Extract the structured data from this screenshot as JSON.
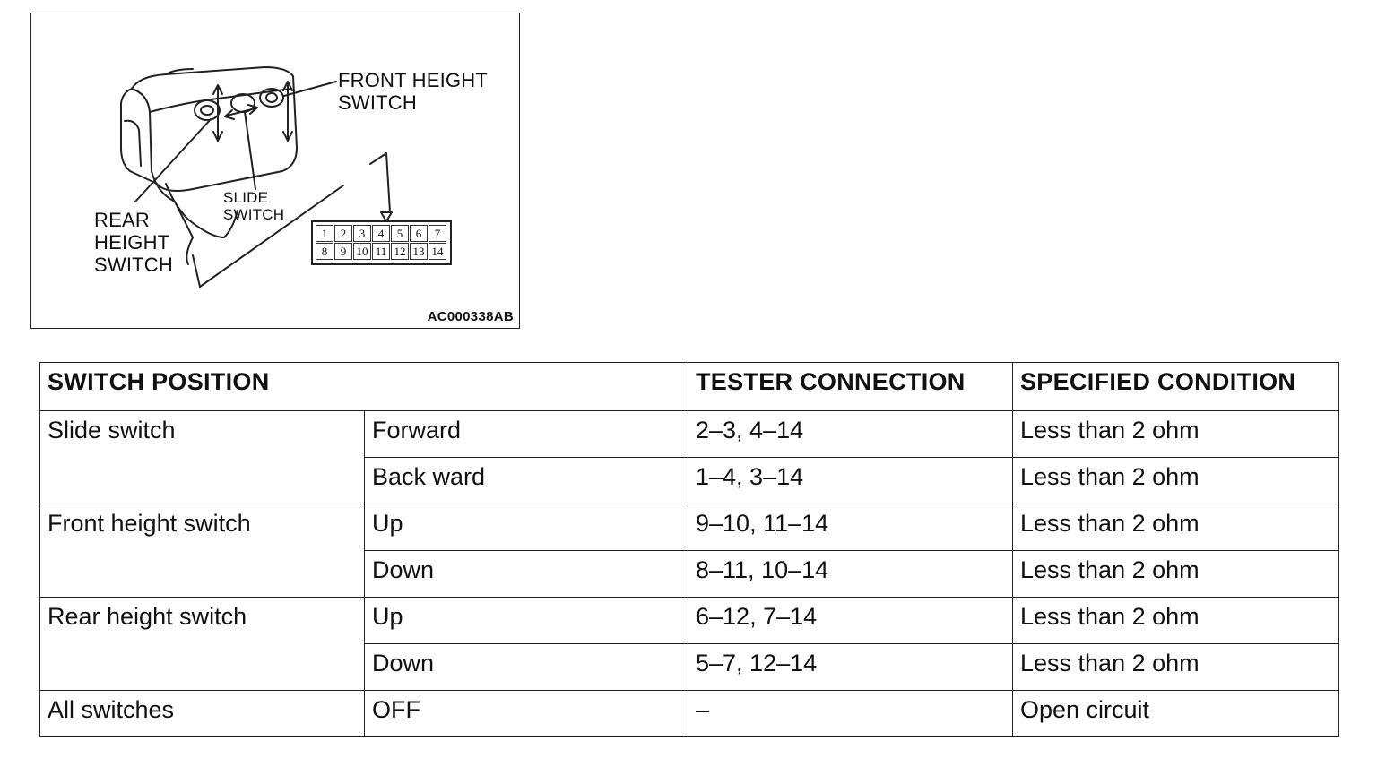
{
  "figure": {
    "labels": {
      "front_height_switch": [
        "FRONT HEIGHT",
        "SWITCH"
      ],
      "slide_switch": [
        "SLIDE",
        "SWITCH"
      ],
      "rear_height_switch": [
        "REAR",
        "HEIGHT",
        "SWITCH"
      ]
    },
    "code": "AC000338AB",
    "connector": {
      "top_row": [
        "1",
        "2",
        "3",
        "4",
        "5",
        "6",
        "7"
      ],
      "bottom_row": [
        "8",
        "9",
        "10",
        "11",
        "12",
        "13",
        "14"
      ]
    }
  },
  "table": {
    "headers": [
      "SWITCH POSITION",
      "TESTER CONNECTION",
      "SPECIFIED CONDITION"
    ],
    "groups": [
      {
        "name": "Slide switch",
        "rows": [
          {
            "position": "Forward",
            "connection": "2–3, 4–14",
            "condition": "Less than 2 ohm"
          },
          {
            "position": "Back ward",
            "connection": "1–4, 3–14",
            "condition": "Less than 2 ohm"
          }
        ]
      },
      {
        "name": "Front height switch",
        "rows": [
          {
            "position": "Up",
            "connection": "9–10, 11–14",
            "condition": "Less than 2 ohm"
          },
          {
            "position": "Down",
            "connection": "8–11, 10–14",
            "condition": "Less than 2 ohm"
          }
        ]
      },
      {
        "name": "Rear height switch",
        "rows": [
          {
            "position": "Up",
            "connection": "6–12, 7–14",
            "condition": "Less than 2 ohm"
          },
          {
            "position": "Down",
            "connection": "5–7, 12–14",
            "condition": "Less than 2 ohm"
          }
        ]
      },
      {
        "name": "All switches",
        "rows": [
          {
            "position": "OFF",
            "connection": "–",
            "condition": "Open circuit"
          }
        ]
      }
    ]
  }
}
